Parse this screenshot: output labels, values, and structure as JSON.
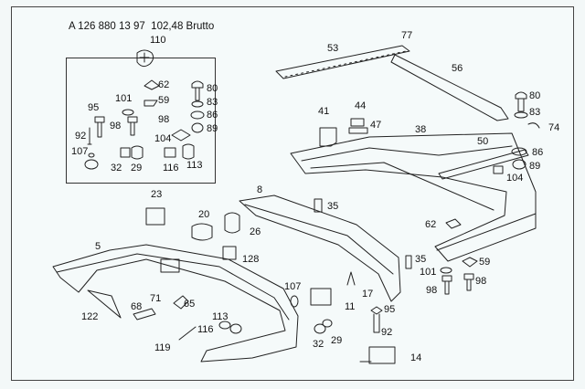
{
  "header": {
    "part_number": "A 126 880 13 97",
    "price": "102,48 Brutto"
  },
  "inset": {
    "labels": [
      "110",
      "62",
      "59",
      "80",
      "83",
      "86",
      "89",
      "101",
      "95",
      "98",
      "98",
      "92",
      "104",
      "107",
      "32",
      "29",
      "116",
      "113"
    ]
  },
  "callouts": {
    "upper_bumper": [
      "53",
      "77",
      "56",
      "80",
      "83",
      "74",
      "41",
      "44",
      "47",
      "38",
      "50",
      "86",
      "89",
      "104",
      "62",
      "35",
      "59",
      "101",
      "98",
      "98"
    ],
    "lower_left": [
      "8",
      "35",
      "23",
      "20",
      "26",
      "128",
      "5",
      "68",
      "71",
      "65",
      "122",
      "113",
      "116",
      "119",
      "107",
      "17",
      "11",
      "95",
      "92",
      "14",
      "32",
      "29"
    ]
  }
}
